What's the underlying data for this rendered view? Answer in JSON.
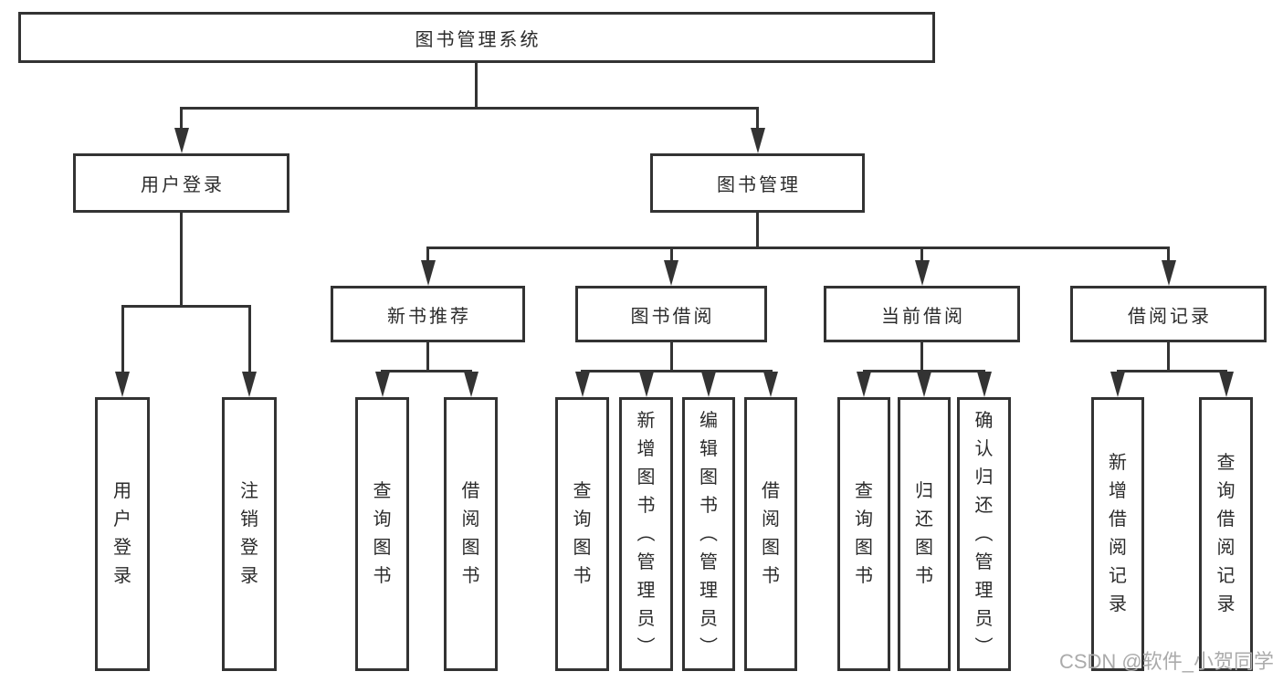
{
  "title": "图书管理系统",
  "watermark": "CSDN @软件_小贺同学",
  "colors": {
    "background": "#ffffff",
    "line": "#333333",
    "text": "#2b2b2b",
    "watermark": "#ababab"
  },
  "tree": {
    "label": "图书管理系统",
    "children": [
      {
        "label": "用户登录",
        "children": [
          {
            "label": "用户登录"
          },
          {
            "label": "注销登录"
          }
        ]
      },
      {
        "label": "图书管理",
        "children": [
          {
            "label": "新书推荐",
            "children": [
              {
                "label": "查询图书"
              },
              {
                "label": "借阅图书"
              }
            ]
          },
          {
            "label": "图书借阅",
            "children": [
              {
                "label": "查询图书"
              },
              {
                "label": "新增图书（管理员）"
              },
              {
                "label": "编辑图书（管理员）"
              },
              {
                "label": "借阅图书"
              }
            ]
          },
          {
            "label": "当前借阅",
            "children": [
              {
                "label": "查询图书"
              },
              {
                "label": "归还图书"
              },
              {
                "label": "确认归还（管理员）"
              }
            ]
          },
          {
            "label": "借阅记录",
            "children": [
              {
                "label": "新增借阅记录"
              },
              {
                "label": "查询借阅记录"
              }
            ]
          }
        ]
      }
    ]
  }
}
